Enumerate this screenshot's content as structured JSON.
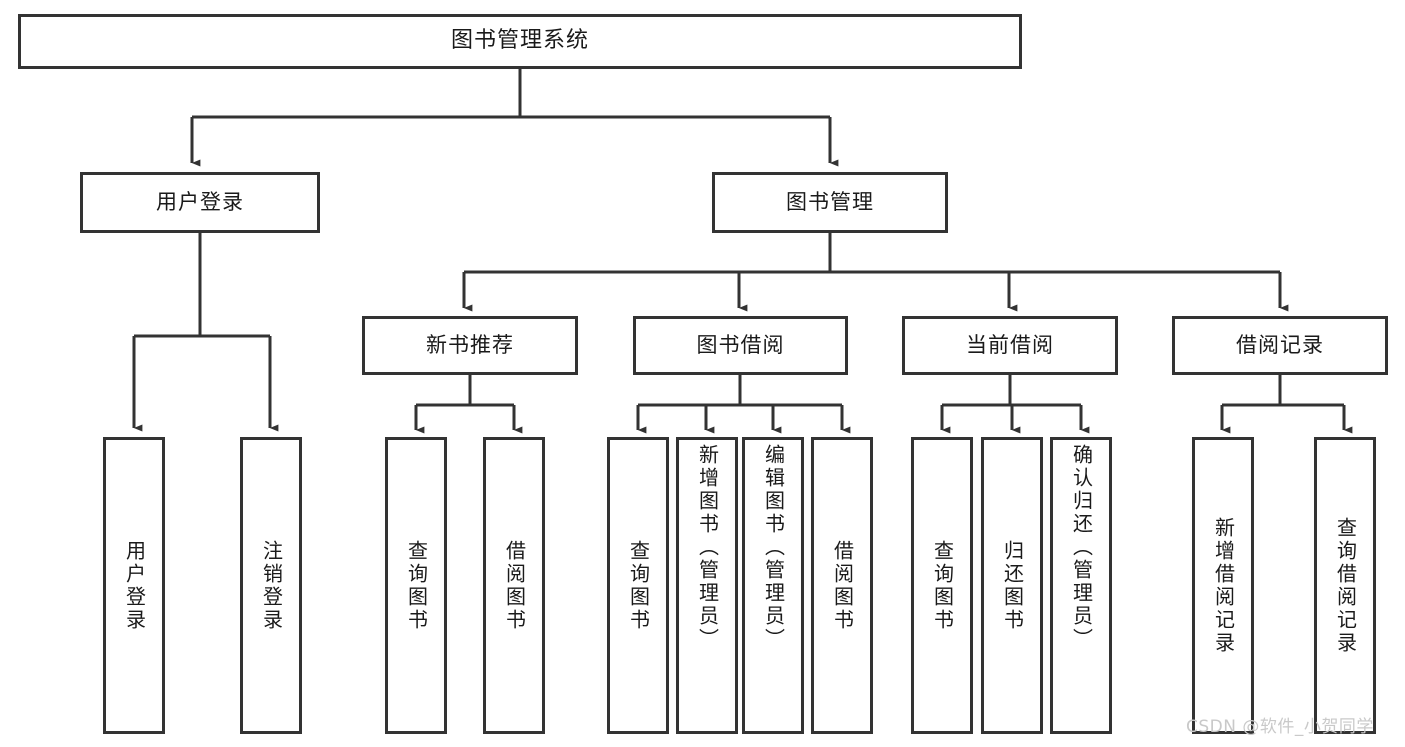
{
  "diagram": {
    "title": "图书管理系统",
    "type": "tree-hierarchy-chart",
    "watermark": "CSDN @软件_小贺同学",
    "colors": {
      "border": "#333333",
      "background": "#ffffff",
      "text": "#1a1a1a",
      "watermark": "#c9c9c9"
    },
    "root": {
      "label": "图书管理系统"
    },
    "level2": [
      {
        "label": "用户登录"
      },
      {
        "label": "图书管理"
      }
    ],
    "level3": [
      {
        "label": "新书推荐"
      },
      {
        "label": "图书借阅"
      },
      {
        "label": "当前借阅"
      },
      {
        "label": "借阅记录"
      }
    ],
    "leaves": {
      "user_login": [
        {
          "label": "用户登录"
        },
        {
          "label": "注销登录"
        }
      ],
      "new_book_recommend": [
        {
          "label": "查询图书"
        },
        {
          "label": "借阅图书"
        }
      ],
      "book_borrow": [
        {
          "label": "查询图书"
        },
        {
          "label": "新增图书（管理员）"
        },
        {
          "label": "编辑图书（管理员）"
        },
        {
          "label": "借阅图书"
        }
      ],
      "current_borrow": [
        {
          "label": "查询图书"
        },
        {
          "label": "归还图书"
        },
        {
          "label": "确认归还（管理员）"
        }
      ],
      "borrow_record": [
        {
          "label": "新增借阅记录"
        },
        {
          "label": "查询借阅记录"
        }
      ]
    }
  },
  "chart_data": {
    "type": "table",
    "title": "图书管理系统 功能结构图",
    "nodes": [
      {
        "id": "root",
        "label": "图书管理系统",
        "level": 1,
        "parent": null
      },
      {
        "id": "user-login",
        "label": "用户登录",
        "level": 2,
        "parent": "root"
      },
      {
        "id": "book-manage",
        "label": "图书管理",
        "level": 2,
        "parent": "root"
      },
      {
        "id": "user-login-leaf",
        "label": "用户登录",
        "level": 3,
        "parent": "user-login"
      },
      {
        "id": "logout-leaf",
        "label": "注销登录",
        "level": 3,
        "parent": "user-login"
      },
      {
        "id": "new-book",
        "label": "新书推荐",
        "level": 3,
        "parent": "book-manage"
      },
      {
        "id": "book-borrow",
        "label": "图书借阅",
        "level": 3,
        "parent": "book-manage"
      },
      {
        "id": "current-borrow",
        "label": "当前借阅",
        "level": 3,
        "parent": "book-manage"
      },
      {
        "id": "borrow-record",
        "label": "借阅记录",
        "level": 3,
        "parent": "book-manage"
      },
      {
        "id": "nb-query",
        "label": "查询图书",
        "level": 4,
        "parent": "new-book"
      },
      {
        "id": "nb-borrow",
        "label": "借阅图书",
        "level": 4,
        "parent": "new-book"
      },
      {
        "id": "bb-query",
        "label": "查询图书",
        "level": 4,
        "parent": "book-borrow"
      },
      {
        "id": "bb-add",
        "label": "新增图书（管理员）",
        "level": 4,
        "parent": "book-borrow"
      },
      {
        "id": "bb-edit",
        "label": "编辑图书（管理员）",
        "level": 4,
        "parent": "book-borrow"
      },
      {
        "id": "bb-borrow",
        "label": "借阅图书",
        "level": 4,
        "parent": "book-borrow"
      },
      {
        "id": "cb-query",
        "label": "查询图书",
        "level": 4,
        "parent": "current-borrow"
      },
      {
        "id": "cb-return",
        "label": "归还图书",
        "level": 4,
        "parent": "current-borrow"
      },
      {
        "id": "cb-confirm",
        "label": "确认归还（管理员）",
        "level": 4,
        "parent": "current-borrow"
      },
      {
        "id": "br-add",
        "label": "新增借阅记录",
        "level": 4,
        "parent": "borrow-record"
      },
      {
        "id": "br-query",
        "label": "查询借阅记录",
        "level": 4,
        "parent": "borrow-record"
      }
    ]
  }
}
